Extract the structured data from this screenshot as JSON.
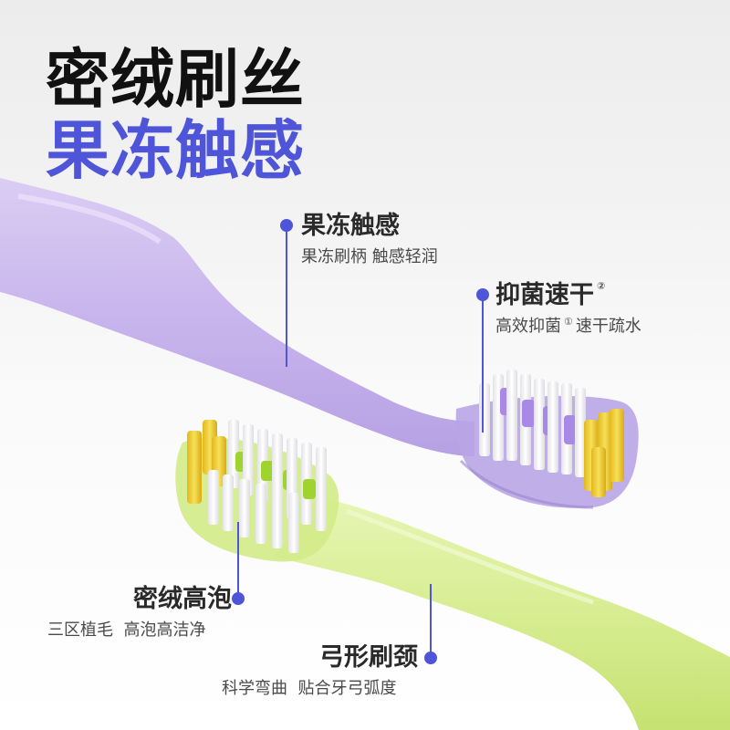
{
  "headline": {
    "line1": "密绒刷丝",
    "line2": "果冻触感"
  },
  "callouts": [
    {
      "id": "jelly-touch",
      "title": "果冻触感",
      "subtitle": "果冻刷柄 触感轻润"
    },
    {
      "id": "antibacterial",
      "title": "抑菌速干",
      "title_footnote": "②",
      "subtitle_part1": "高效抑菌",
      "subtitle_footnote": "①",
      "subtitle_part2": "速干疏水"
    },
    {
      "id": "dense-foam",
      "title": "密绒高泡",
      "subtitle": "三区植毛  高泡高洁净"
    },
    {
      "id": "bow-neck",
      "title": "弓形刷颈",
      "subtitle": "科学弯曲  贴合牙弓弧度"
    }
  ],
  "colors": {
    "accent": "#4f55d8",
    "headline_dark": "#111111",
    "purple_handle": "#c7b3ec",
    "green_handle": "#d6ec8e",
    "bristle_yellow": "#f2d43a",
    "bristle_purple": "#a889e6",
    "bristle_green": "#9fd42e",
    "bristle_white": "#f7f7f7"
  }
}
